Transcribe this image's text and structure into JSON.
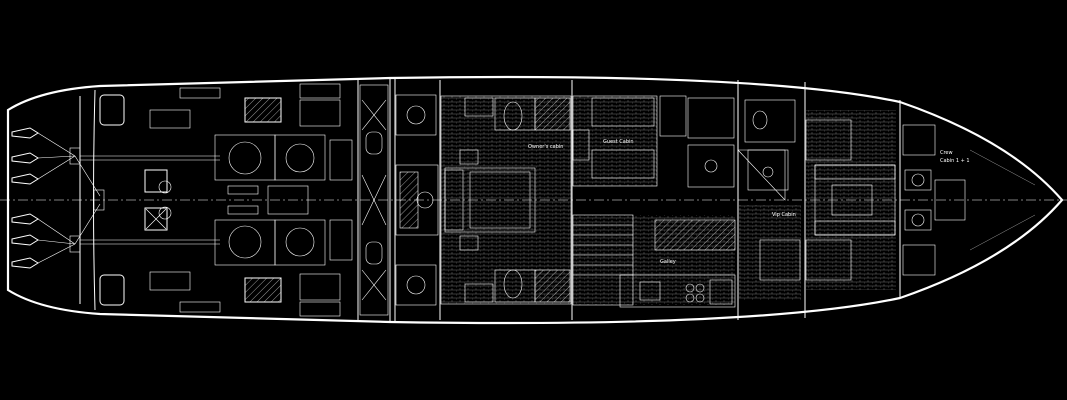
{
  "drawing": {
    "background": "#000000",
    "line_color": "#ffffff",
    "labels": {
      "owners_cabin": "Owner's cabin",
      "guest_cabin": "Guest Cabin",
      "vip_cabin": "Vip Cabin",
      "galley": "Galley",
      "crew_cabin_line1": "Crew",
      "crew_cabin_line2": "Cabin 1 + 1"
    }
  }
}
